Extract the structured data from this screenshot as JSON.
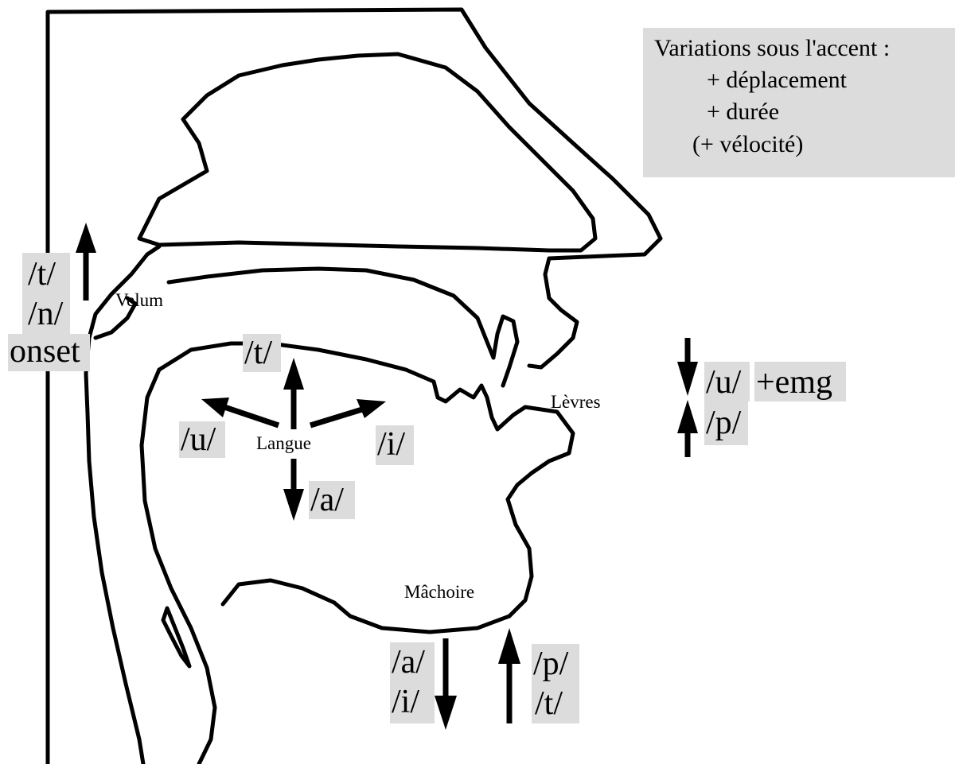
{
  "note": {
    "title": "Variations sous l'accent :",
    "items": [
      "+ déplacement",
      "+ durée",
      "(+ vélocité)"
    ],
    "bg_color": "#dcdcdc"
  },
  "organs": {
    "velum": "Velum",
    "tongue": "Langue",
    "lips": "Lèvres",
    "jaw": "Mâchoire"
  },
  "velum_arrow": {
    "labels": [
      "/t/",
      "/n/",
      "onset"
    ]
  },
  "tongue_arrows": {
    "up": "/t/",
    "back": "/u/",
    "front": "/i/",
    "down": "/a/"
  },
  "lips_arrows": {
    "down": "/u/",
    "extra": "+emg",
    "up": "/p/"
  },
  "jaw_arrows": {
    "down": [
      "/a/",
      "/i/"
    ],
    "up": [
      "/p/",
      "/t/"
    ]
  },
  "colors": {
    "label_highlight": "#dcdcdc",
    "ink": "#000000"
  }
}
